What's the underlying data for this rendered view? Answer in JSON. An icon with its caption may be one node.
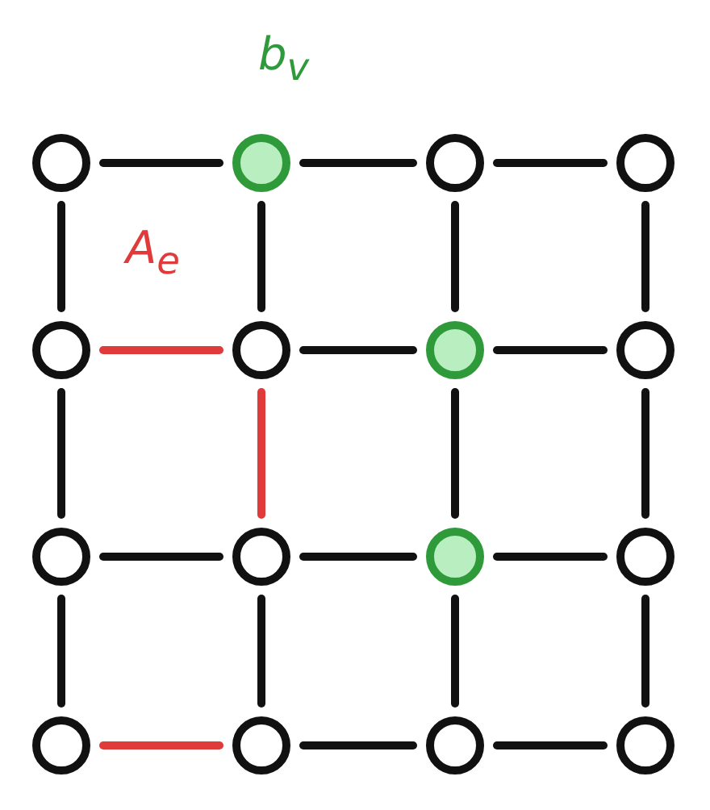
{
  "diagram": {
    "nodes": [
      {
        "text": [],
        "shape": "circle"
      },
      {
        "text": [],
        "shape": "circle"
      },
      {
        "text": [],
        "shape": "circle"
      },
      {
        "text": [],
        "shape": "circle"
      },
      {
        "text": [],
        "shape": "circle"
      },
      {
        "text": [],
        "shape": "circle"
      },
      {
        "text": [],
        "shape": "circle"
      },
      {
        "text": [],
        "shape": "circle"
      },
      {
        "text": [],
        "shape": "circle"
      },
      {
        "text": [],
        "shape": "circle"
      },
      {
        "text": [],
        "shape": "circle"
      },
      {
        "text": [],
        "shape": "circle"
      },
      {
        "text": [],
        "shape": "circle"
      },
      {
        "text": [],
        "shape": "circle"
      },
      {
        "text": [],
        "shape": "circle"
      },
      {
        "text": [],
        "shape": "circle"
      }
    ],
    "edges": [
      {
        "from": 0,
        "to": 1,
        "arrow": "none"
      },
      {
        "from": 1,
        "to": 2,
        "arrow": "none"
      },
      {
        "from": 2,
        "to": 3,
        "arrow": "none"
      },
      {
        "from": 0,
        "to": 4,
        "arrow": "none"
      },
      {
        "from": 1,
        "to": 5,
        "arrow": "none"
      },
      {
        "from": 2,
        "to": 6,
        "arrow": "none"
      },
      {
        "from": 3,
        "to": 7,
        "arrow": "none"
      },
      {
        "from": 4,
        "to": 5,
        "arrow": "none",
        "color": "#e03a3a"
      },
      {
        "from": 5,
        "to": 6,
        "arrow": "none"
      },
      {
        "from": 6,
        "to": 7,
        "arrow": "none"
      },
      {
        "from": 4,
        "to": 8,
        "arrow": "none"
      },
      {
        "from": 5,
        "to": 9,
        "arrow": "none",
        "color": "#e03a3a"
      },
      {
        "from": 6,
        "to": 10,
        "arrow": "none"
      },
      {
        "from": 7,
        "to": 11,
        "arrow": "none"
      },
      {
        "from": 8,
        "to": 9,
        "arrow": "none"
      },
      {
        "from": 9,
        "to": 10,
        "arrow": "none"
      },
      {
        "from": 10,
        "to": 11,
        "arrow": "none"
      },
      {
        "from": 8,
        "to": 12,
        "arrow": "none"
      },
      {
        "from": 9,
        "to": 13,
        "arrow": "none"
      },
      {
        "from": 10,
        "to": 14,
        "arrow": "none"
      },
      {
        "from": 11,
        "to": 15,
        "arrow": "none"
      },
      {
        "from": 12,
        "to": 13,
        "arrow": "none",
        "color": "#e03a3a"
      },
      {
        "from": 13,
        "to": 14,
        "arrow": "none"
      },
      {
        "from": 14,
        "to": 15,
        "arrow": "none"
      }
    ],
    "labels": [
      "b$_{v}$",
      "A$_{e}$"
    ]
  }
}
